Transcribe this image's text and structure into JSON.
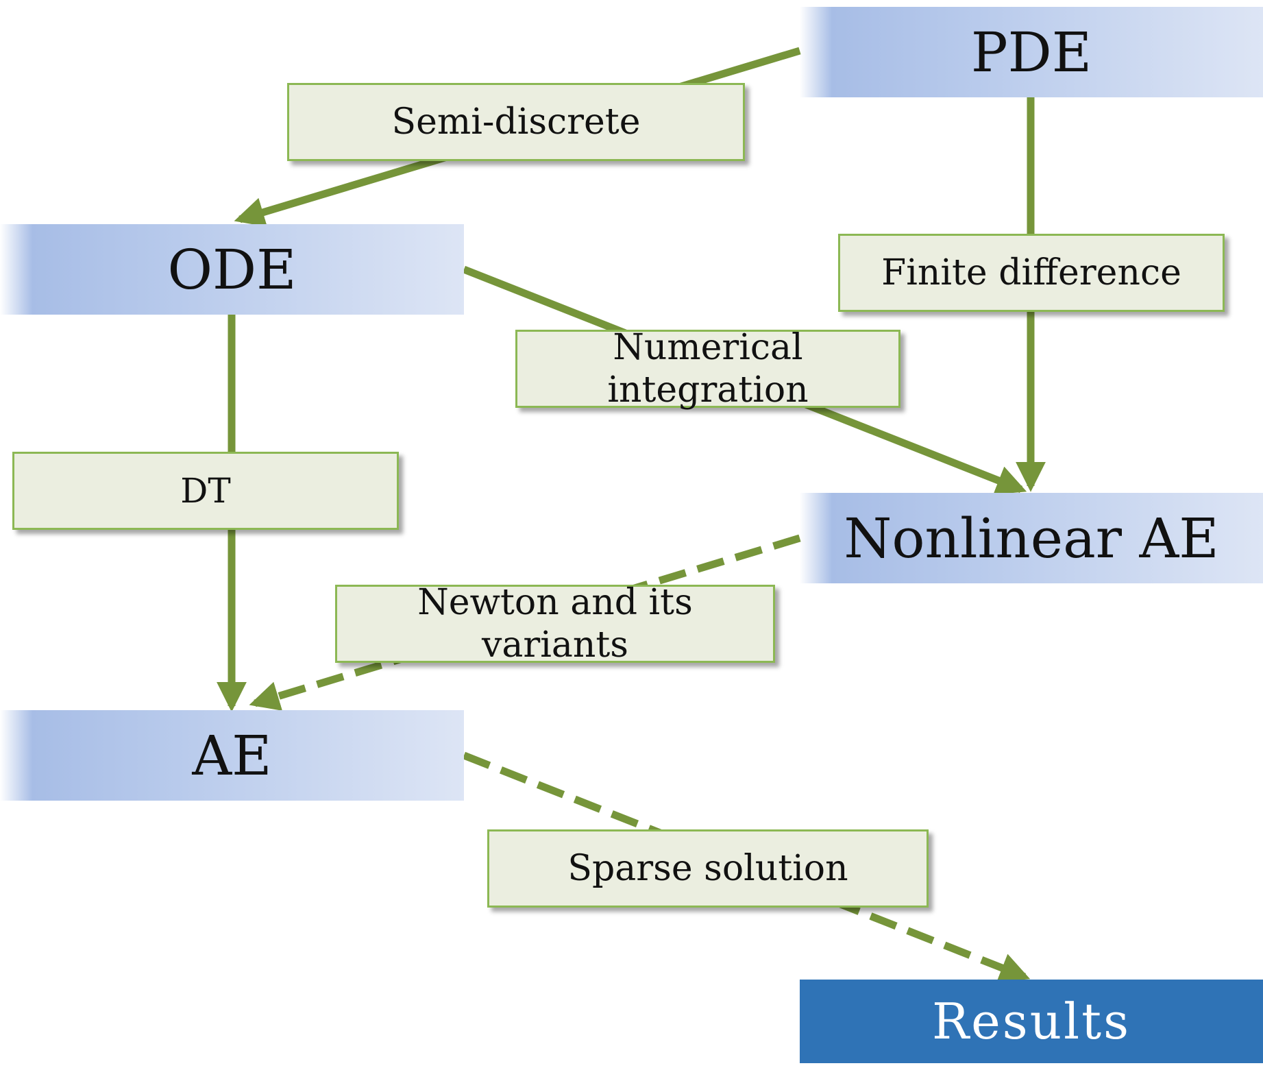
{
  "nodes": {
    "pde": "PDE",
    "ode": "ODE",
    "nonlinear_ae": "Nonlinear AE",
    "ae": "AE",
    "results": "Results"
  },
  "edge_labels": {
    "semi_discrete": "Semi-discrete",
    "finite_difference": "Finite difference",
    "numerical_integration_line1": "Numerical",
    "numerical_integration_line2": "integration",
    "dt": "DT",
    "newton_line1": "Newton and its",
    "newton_line2": "variants",
    "sparse_solution": "Sparse solution"
  },
  "edges": [
    {
      "from": "PDE",
      "to": "ODE",
      "label": "Semi-discrete",
      "style": "solid"
    },
    {
      "from": "PDE",
      "to": "Nonlinear AE",
      "label": "Finite difference",
      "style": "solid"
    },
    {
      "from": "ODE",
      "to": "Nonlinear AE",
      "label": "Numerical integration",
      "style": "solid"
    },
    {
      "from": "ODE",
      "to": "AE",
      "label": "DT",
      "style": "solid"
    },
    {
      "from": "Nonlinear AE",
      "to": "AE",
      "label": "Newton and its variants",
      "style": "dashed"
    },
    {
      "from": "AE",
      "to": "Results",
      "label": "Sparse solution",
      "style": "dashed"
    }
  ],
  "colors": {
    "arrow": "#76953a",
    "label_fill": "#ebeee0",
    "label_border": "#8cb854",
    "node_gradient": "#b9cbec",
    "results_fill": "#2f73b6"
  }
}
